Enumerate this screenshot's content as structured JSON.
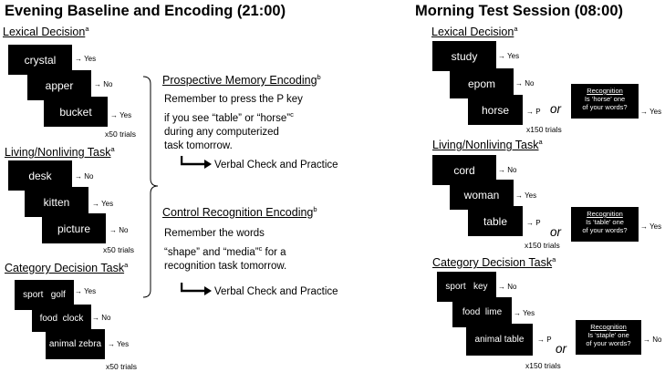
{
  "left": {
    "title": "Evening Baseline and Encoding (21:00)",
    "lexical": {
      "label": "Lexical Decision",
      "sup": "a",
      "cards": [
        {
          "word": "crystal",
          "resp": "→ Yes"
        },
        {
          "word": "apper",
          "resp": "→ No"
        },
        {
          "word": "bucket",
          "resp": "→ Yes"
        }
      ],
      "trials": "x50 trials"
    },
    "living": {
      "label": "Living/Nonliving Task",
      "sup": "a",
      "cards": [
        {
          "word": "desk",
          "resp": "→ No"
        },
        {
          "word": "kitten",
          "resp": "→ Yes"
        },
        {
          "word": "picture",
          "resp": "→ No"
        }
      ],
      "trials": "x50 trials"
    },
    "category": {
      "label": "Category Decision Task",
      "sup": "a",
      "cards": [
        {
          "word": "sport   golf",
          "resp": "→ Yes"
        },
        {
          "word": "food  clock",
          "resp": "→ No"
        },
        {
          "word": "animal zebra",
          "resp": "→ Yes"
        }
      ],
      "trials": "x50 trials"
    }
  },
  "middle": {
    "pm": {
      "label": "Prospective Memory Encoding",
      "sup": "b",
      "lines": [
        "Remember to press the P key",
        "if you see “table” or “horse”",
        "during any computerized",
        "task tomorrow."
      ],
      "line2_sup": "c",
      "check": "Verbal Check and Practice"
    },
    "cr": {
      "label": "Control Recognition Encoding",
      "sup": "b",
      "lines": [
        "Remember the words",
        "“shape” and “media”",
        " for a",
        "recognition task tomorrow."
      ],
      "line2_sup": "c",
      "check": "Verbal Check and Practice"
    }
  },
  "right": {
    "title": "Morning Test Session (08:00)",
    "lexical": {
      "label": "Lexical Decision",
      "sup": "a",
      "cards": [
        {
          "word": "study",
          "resp": "→ Yes"
        },
        {
          "word": "epom",
          "resp": "→ No"
        },
        {
          "word": "horse",
          "resp": "→ P"
        }
      ],
      "trials": "x150 trials",
      "or": "or",
      "rec": {
        "heading": "Recognition",
        "q1": "Is ‘horse’ one",
        "q2": "of your words?",
        "resp": "→ Yes"
      }
    },
    "living": {
      "label": "Living/Nonliving Task",
      "sup": "a",
      "cards": [
        {
          "word": "cord",
          "resp": "→ No"
        },
        {
          "word": "woman",
          "resp": "→ Yes"
        },
        {
          "word": "table",
          "resp": "→ P"
        }
      ],
      "trials": "x150 trials",
      "or": "or",
      "rec": {
        "heading": "Recognition",
        "q1": "Is ‘table’ one",
        "q2": "of your words?",
        "resp": "→ Yes"
      }
    },
    "category": {
      "label": "Category Decision Task",
      "sup": "a",
      "cards": [
        {
          "word": "sport   key",
          "resp": "→ No"
        },
        {
          "word": "food  lime",
          "resp": "→ Yes"
        },
        {
          "word": "animal table",
          "resp": "→ P"
        }
      ],
      "trials": "x150 trials",
      "or": "or",
      "rec": {
        "heading": "Recognition",
        "q1": "Is ‘staple’ one",
        "q2": "of your words?",
        "resp": "→ No"
      }
    }
  }
}
